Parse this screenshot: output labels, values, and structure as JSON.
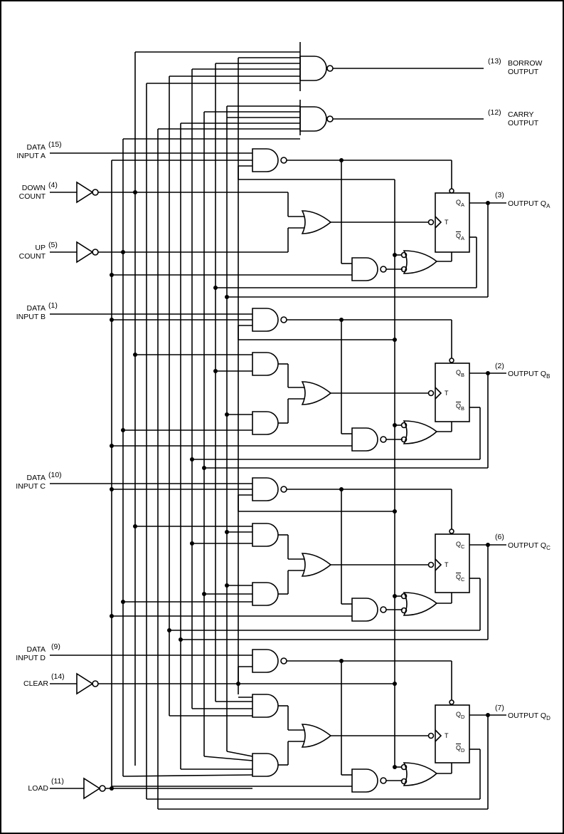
{
  "inputs": {
    "data_a": {
      "pin": "(15)",
      "line1": "DATA",
      "line2": "INPUT A"
    },
    "down_count": {
      "pin": "(4)",
      "line1": "DOWN",
      "line2": "COUNT"
    },
    "up_count": {
      "pin": "(5)",
      "line1": "UP",
      "line2": "COUNT"
    },
    "data_b": {
      "pin": "(1)",
      "line1": "DATA",
      "line2": "INPUT B"
    },
    "data_c": {
      "pin": "(10)",
      "line1": "DATA",
      "line2": "INPUT C"
    },
    "data_d": {
      "pin": "(9)",
      "line1": "DATA",
      "line2": "INPUT D"
    },
    "clear": {
      "pin": "(14)",
      "label": "CLEAR"
    },
    "load": {
      "pin": "(11)",
      "label": "LOAD"
    }
  },
  "outputs": {
    "borrow": {
      "pin": "(13)",
      "line1": "BORROW",
      "line2": "OUTPUT"
    },
    "carry": {
      "pin": "(12)",
      "line1": "CARRY",
      "line2": "OUTPUT"
    },
    "qa": {
      "pin": "(3)",
      "label": "OUTPUT Q",
      "sub": "A"
    },
    "qb": {
      "pin": "(2)",
      "label": "OUTPUT Q",
      "sub": "B"
    },
    "qc": {
      "pin": "(6)",
      "label": "OUTPUT Q",
      "sub": "C"
    },
    "qd": {
      "pin": "(7)",
      "label": "OUTPUT Q",
      "sub": "D"
    }
  },
  "flipflops": [
    {
      "q": "Q",
      "sub": "A",
      "t": "T"
    },
    {
      "q": "Q",
      "sub": "B",
      "t": "T"
    },
    {
      "q": "Q",
      "sub": "C",
      "t": "T"
    },
    {
      "q": "Q",
      "sub": "D",
      "t": "T"
    }
  ]
}
